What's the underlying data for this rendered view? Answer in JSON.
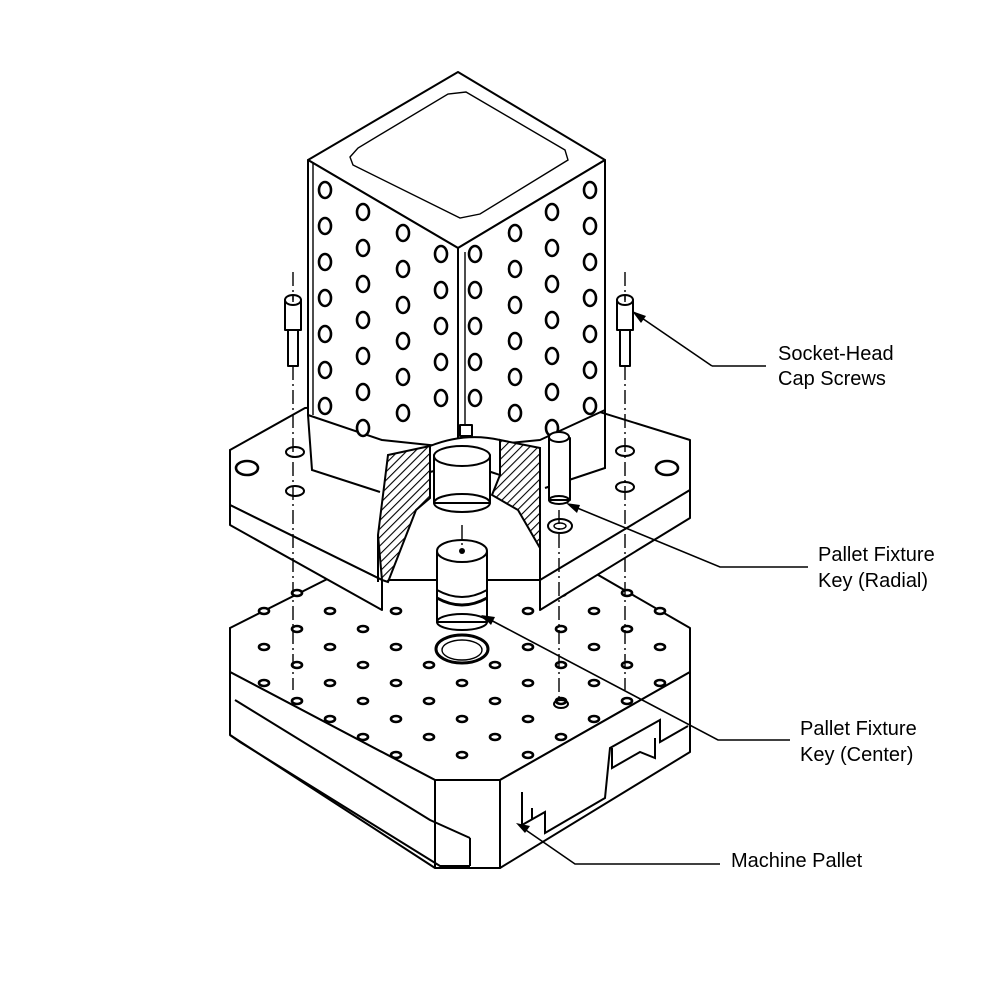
{
  "figure": {
    "labels": {
      "cap_screws_line1": "Socket-Head",
      "cap_screws_line2": "Cap Screws",
      "key_radial_line1": "Pallet Fixture",
      "key_radial_line2": "Key (Radial)",
      "key_center_line1": "Pallet Fixture",
      "key_center_line2": "Key (Center)",
      "machine_pallet": "Machine Pallet"
    }
  }
}
